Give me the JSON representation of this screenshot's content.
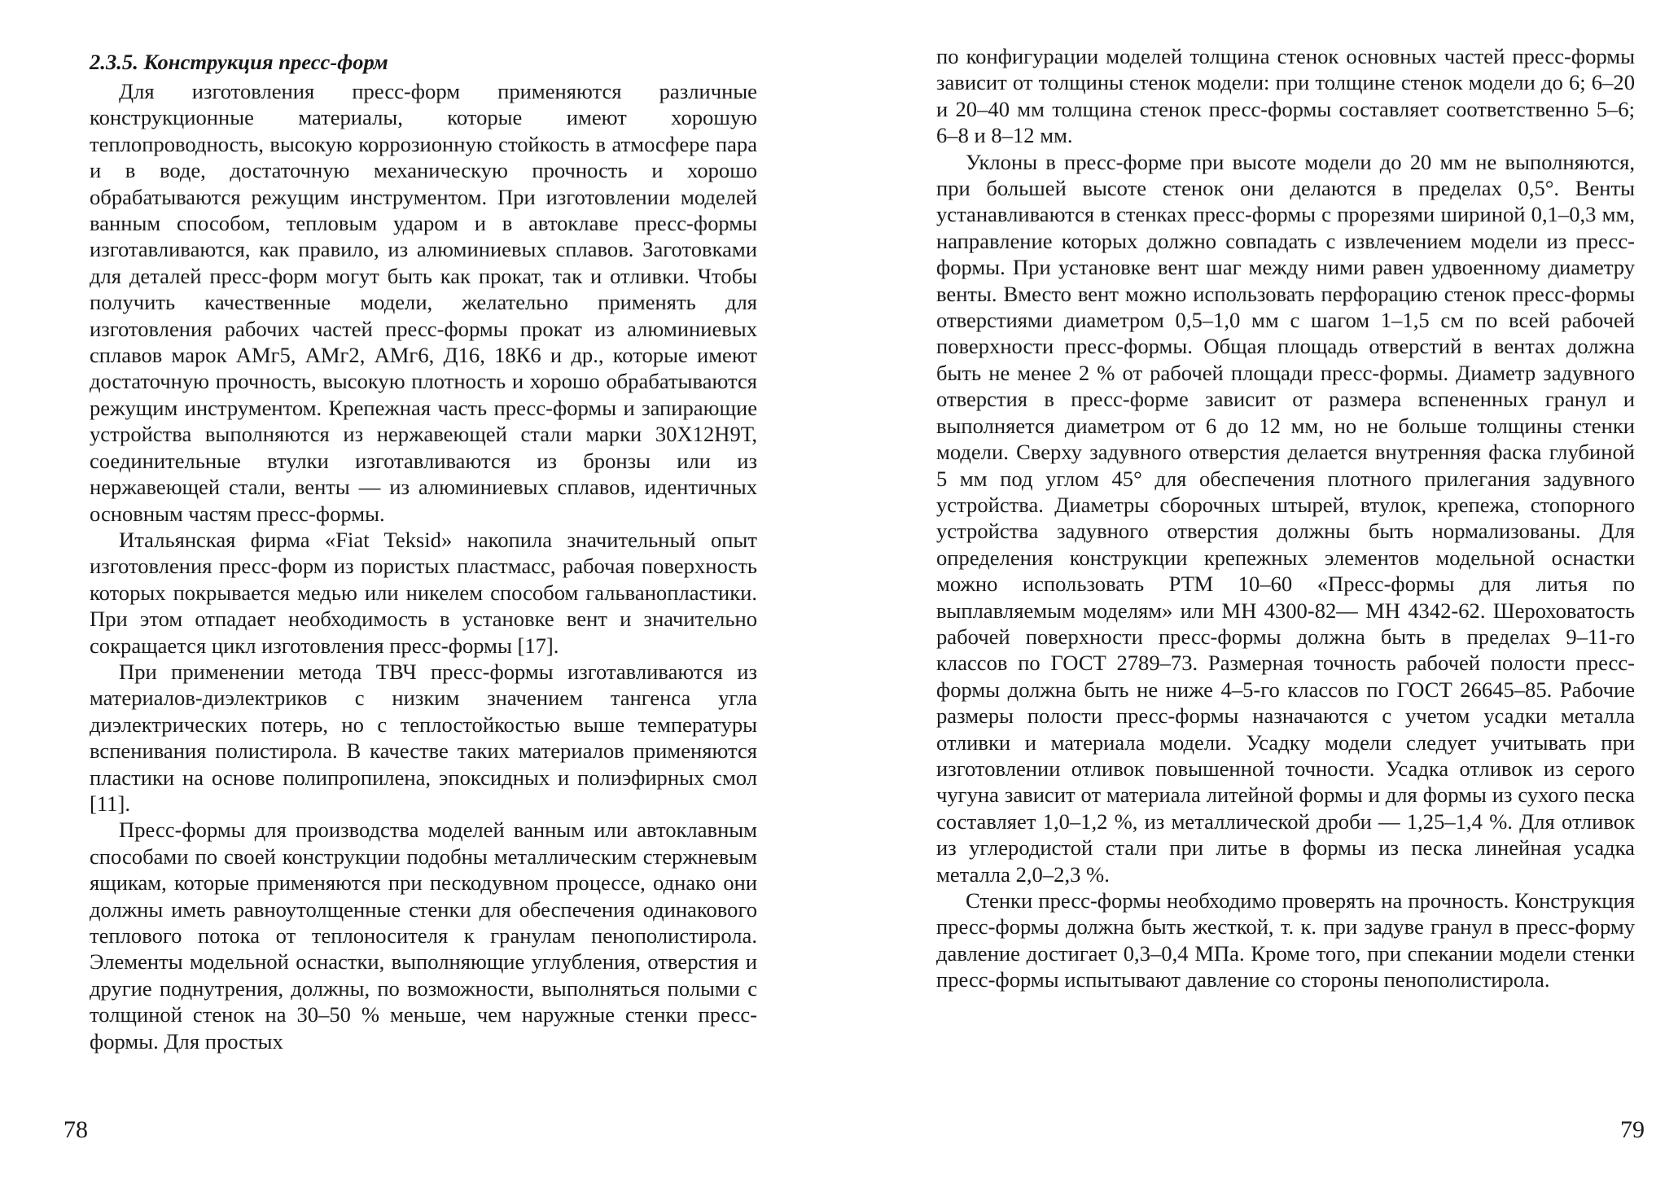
{
  "left_page": {
    "heading": "2.3.5. Конструкция пресс-форм",
    "paragraphs": [
      "Для изготовления пресс-форм применяются различные конструкционные материалы, которые имеют хорошую теплопроводность, высокую коррозионную стойкость в атмосфере пара и в воде, достаточную механическую прочность и хорошо обрабатываются режущим инструментом. При изготовлении моделей ванным способом, тепловым ударом и в автоклаве пресс-формы изготавливаются, как правило, из алюминиевых сплавов. Заготовками для деталей пресс-форм могут быть как прокат, так и отливки. Чтобы получить качественные модели, желательно применять для изготовления рабочих частей пресс-формы прокат из алюминиевых сплавов марок АМг5, АМг2, АМг6, Д16, 18К6 и др., которые имеют достаточную прочность, высокую плотность и хорошо обрабатываются режущим инструментом. Крепежная часть пресс-формы и запирающие устройства выполняются из нержавеющей стали марки 30Х12Н9Т, соединительные втулки изготавливаются из бронзы или из нержавеющей стали, венты — из алюминиевых сплавов, идентичных основным частям пресс-формы.",
      "Итальянская фирма «Fiat Teksid» накопила значительный опыт изготовления пресс-форм из пористых пластмасс, рабочая поверхность которых покрывается медью или никелем способом гальванопластики. При этом отпадает необходимость в установке вент и значительно сокращается цикл изготовления пресс-формы [17].",
      "При применении метода ТВЧ пресс-формы изготавливаются из материалов-диэлектриков с низким значением тангенса угла диэлектрических потерь, но с теплостойкостью выше температуры вспенивания полистирола. В качестве таких материалов применяются пластики на основе полипропилена, эпоксидных и полиэфирных смол [11].",
      "Пресс-формы для производства моделей ванным или автоклавным способами по своей конструкции подобны металлическим стержневым ящикам, которые применяются при пескодувном процессе, однако они должны иметь равноутолщенные стенки для обеспечения одинакового теплового потока от теплоносителя к гранулам пенополистирола. Элементы модельной оснастки, выполняющие углубления, отверстия и другие поднутрения, должны, по возможности, выполняться полыми с толщиной стенок на 30–50 % меньше, чем наружные стенки пресс-формы. Для простых"
    ],
    "page_number": "78"
  },
  "right_page": {
    "continuation": "по конфигурации моделей толщина стенок основных частей пресс-формы зависит от толщины стенок модели: при толщине стенок модели до 6; 6–20 и 20–40 мм толщина стенок пресс-формы составляет соответственно 5–6; 6–8 и 8–12 мм.",
    "paragraphs": [
      "Уклоны в пресс-форме при высоте модели до 20 мм не выполняются, при большей высоте стенок они делаются в пределах 0,5°. Венты устанавливаются в стенках пресс-формы с прорезями шириной 0,1–0,3 мм, направление которых должно совпадать с извлечением модели из пресс-формы. При установке вент шаг между ними равен удвоенному диаметру венты. Вместо вент можно использовать перфорацию стенок пресс-формы отверстиями диаметром 0,5–1,0 мм с шагом 1–1,5 см по всей рабочей поверхности пресс-формы. Общая площадь отверстий в вентах должна быть не менее 2 % от рабочей площади пресс-формы. Диаметр задувного отверстия в пресс-форме зависит от размера вспененных гранул и выполняется диаметром от 6 до 12 мм, но не больше толщины стенки модели. Сверху задувного отверстия делается внутренняя фаска глубиной 5 мм под углом 45° для обеспечения плотного прилегания задувного устройства. Диаметры сборочных штырей, втулок, крепежа, стопорного устройства задувного отверстия должны быть нормализованы. Для определения конструкции крепежных элементов модельной оснастки можно использовать РТМ 10–60 «Пресс-формы для литья по выплавляемым моделям» или МН 4300-82— МН 4342-62. Шероховатость рабочей поверхности пресс-формы должна быть в пределах 9–11-го классов по ГОСТ 2789–73. Размерная точность рабочей полости пресс-формы должна быть не ниже 4–5-го классов по ГОСТ 26645–85. Рабочие размеры полости пресс-формы назначаются с учетом усадки металла отливки и материала модели. Усадку модели следует учитывать при изготовлении отливок повышенной точности. Усадка отливок из серого чугуна зависит от материала литейной формы и для формы из сухого песка составляет 1,0–1,2 %, из металлической дроби — 1,25–1,4 %. Для отливок из углеродистой стали при литье в формы из песка линейная усадка металла 2,0–2,3 %.",
      "Стенки пресс-формы необходимо проверять на прочность. Конструкция пресс-формы должна быть жесткой, т. к. при задуве гранул в пресс-форму давление достигает 0,3–0,4 МПа. Кроме того, при спекании модели стенки пресс-формы испытывают давление со стороны пенополистирола."
    ],
    "page_number": "79"
  }
}
